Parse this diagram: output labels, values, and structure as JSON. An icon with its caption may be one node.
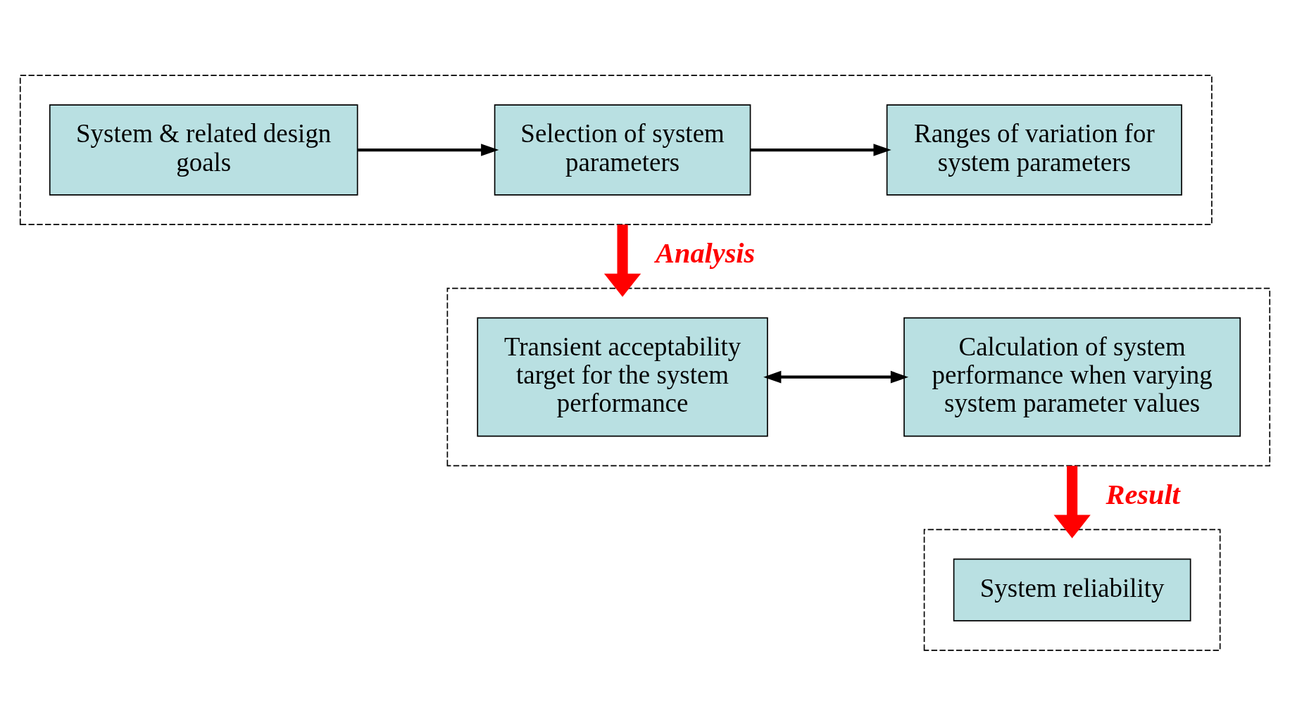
{
  "diagram": {
    "nodes": [
      {
        "text": [],
        "shape": "box"
      },
      {
        "text": [
          "System & related design goals"
        ],
        "in": 0
      },
      {
        "text": [
          "Selection of system parameters"
        ],
        "in": 0
      },
      {
        "text": [
          "Ranges of variation for system parameters"
        ],
        "in": 0
      },
      {
        "text": [],
        "shape": "box"
      },
      {
        "text": [
          "Transient acceptability target for the system performance"
        ],
        "in": 4
      },
      {
        "text": [
          "Calculation of system performance when varying system parameter values"
        ],
        "in": 4
      },
      {
        "text": [],
        "shape": "box"
      },
      {
        "text": [
          "System reliability"
        ],
        "in": 7
      }
    ],
    "edges": [
      {
        "from": 1,
        "to": 2,
        "arrow": "to"
      },
      {
        "from": 2,
        "to": 3,
        "arrow": "to"
      },
      {
        "from": 0,
        "to": 4,
        "arrow": "to",
        "label": "Analysis",
        "style": "thick",
        "color": "#ff0000"
      },
      {
        "from": 5,
        "to": 6,
        "arrow": "both"
      },
      {
        "from": 4,
        "to": 7,
        "arrow": "to",
        "label": "Result",
        "style": "thick",
        "color": "#ff0000"
      }
    ]
  }
}
